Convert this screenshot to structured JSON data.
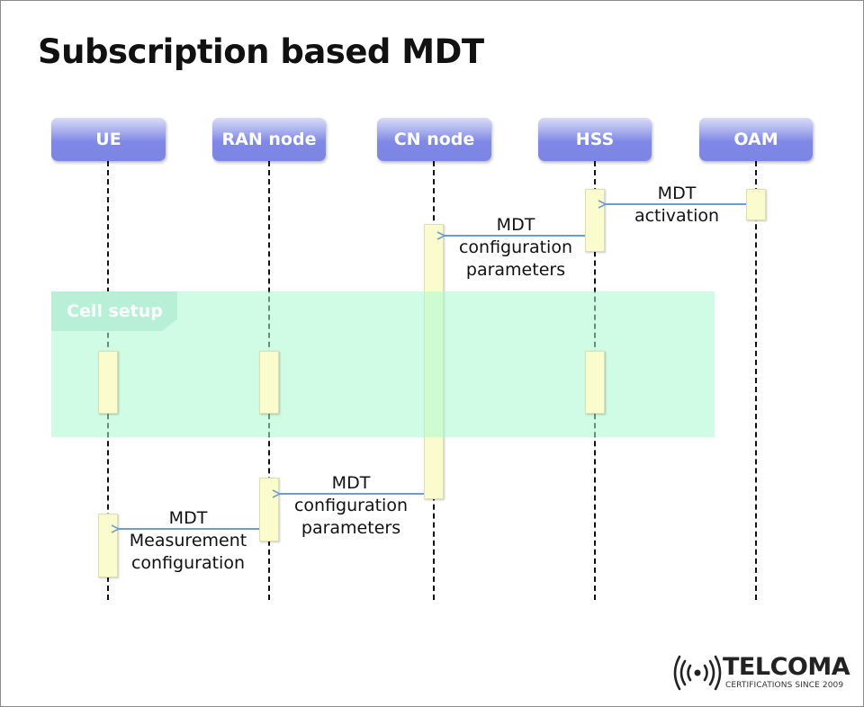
{
  "title": "Subscription based MDT",
  "actors": [
    "UE",
    "RAN node",
    "CN node",
    "HSS",
    "OAM"
  ],
  "fragment": {
    "label": "Cell setup"
  },
  "messages": [
    {
      "from": "OAM",
      "to": "HSS",
      "lines": [
        "MDT",
        "activation"
      ]
    },
    {
      "from": "HSS",
      "to": "CN node",
      "lines": [
        "MDT",
        "configuration",
        "parameters"
      ]
    },
    {
      "from": "CN node",
      "to": "RAN node",
      "lines": [
        "MDT",
        "configuration",
        "parameters"
      ]
    },
    {
      "from": "RAN node",
      "to": "UE",
      "lines": [
        "MDT",
        "Measurement",
        "configuration"
      ]
    }
  ],
  "colors": {
    "actor": "#7d85e3",
    "activation": "#fbfccd",
    "fragment": "#aafad2",
    "arrow": "#6f9bd4"
  },
  "logo": {
    "name": "TELCOMA",
    "tagline": "CERTIFICATIONS SINCE 2009",
    "icon": "signal-waves-icon"
  }
}
